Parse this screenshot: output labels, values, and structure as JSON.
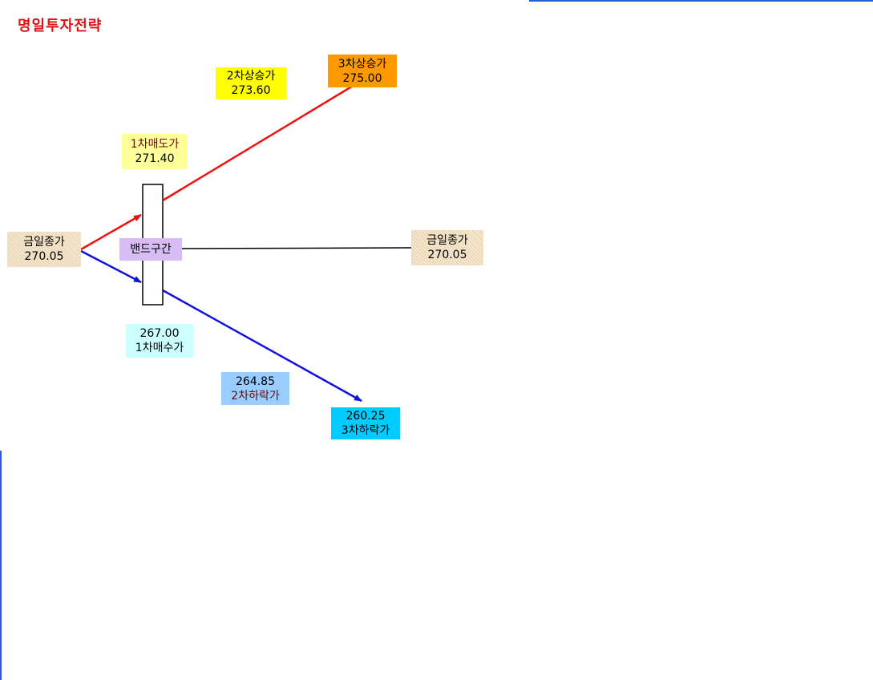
{
  "title": "명일투자전략",
  "colors": {
    "title": "#e01010",
    "up_line": "#ee1111",
    "down_line": "#1111dd",
    "accent_rule": "#2a5bd7"
  },
  "labels": {
    "close_left": {
      "name": "금일종가",
      "value": "270.05"
    },
    "close_right": {
      "name": "금일종가",
      "value": "270.05"
    },
    "sell1": {
      "name": "1차매도가",
      "value": "271.40"
    },
    "rise2": {
      "name": "2차상승가",
      "value": "273.60"
    },
    "rise3": {
      "name": "3차상승가",
      "value": "275.00"
    },
    "band": {
      "name": "밴드구간"
    },
    "buy1": {
      "value": "267.00",
      "name": "1차매수가"
    },
    "fall2": {
      "value": "264.85",
      "name": "2차하락가"
    },
    "fall3": {
      "value": "260.25",
      "name": "3차하락가"
    }
  }
}
